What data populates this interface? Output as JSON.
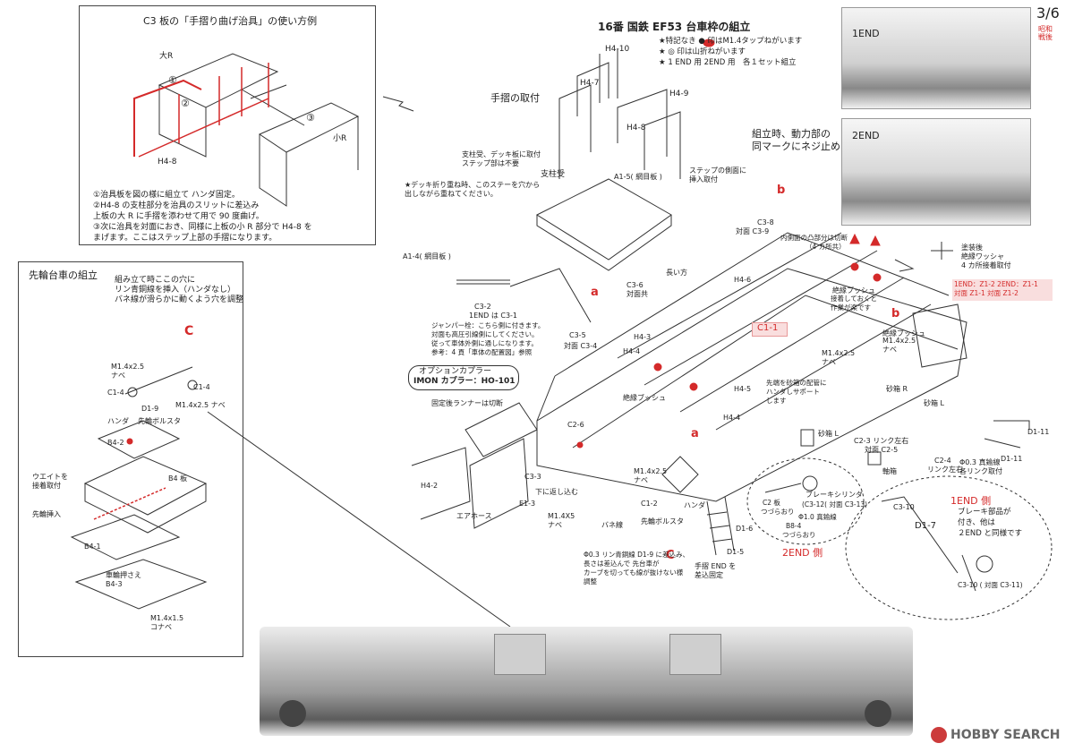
{
  "page_number": "3/6",
  "stamp_text": "昭和\n戦後",
  "header": {
    "title": "16番  国鉄 EF53  台車枠の組立",
    "notes": [
      "★特記なき ● 印はM1.4タップねがいます",
      "★ ◎ 印は山折ねがいます",
      "★ 1 END 用 2END 用　各１セット組立"
    ]
  },
  "photos": {
    "top_label": "1END",
    "middle_label": "2END"
  },
  "jig_box": {
    "title": "C3 板の「手摺り曲げ治具」の使い方例",
    "labels": {
      "big_r": "大R",
      "small_r": "小R",
      "h48": "H4-8",
      "c1": "①",
      "c2": "②",
      "c3": "③"
    },
    "steps": [
      "①治具板を図の様に組立て ハンダ固定。",
      "②H4-8 の支柱部分を治具のスリットに差込み",
      "上板の大 R に手摺を添わせて用で 90 度曲げ。",
      "③次に治具を対面におき、同様に上板の小 R 部分で H4-8 を",
      "まげます。ここはステップ上部の手摺になります。"
    ]
  },
  "pilot_box": {
    "title": "先輪台車の組立",
    "labels": {
      "note1": "組み立て時ここの穴に",
      "note2": "リン青銅線を挿入（ハンダなし）",
      "note3": "バネ線が滑らかに動くよう穴を調整",
      "c": "C",
      "screw1": "M1.4x2.5",
      "screw1b": "ナベ",
      "c4a": "C1-4",
      "c4b": "C1-4",
      "d19": "D1-9",
      "screw2": "M1.4x2.5 ナベ",
      "solder": "ハンダ",
      "bolster": "先輪ボルスタ",
      "b42": "B4-2",
      "b4plate": "B4 板",
      "weight1": "ウエイトを",
      "weight2": "接着取付",
      "lead_wheel": "先輪挿入",
      "b41": "B4-1",
      "wheel_press": "車輪押さえ",
      "b43": "B4-3",
      "screw3": "M1.4x1.5",
      "screw3b": "コナベ"
    }
  },
  "main": {
    "handrail": "手摺の取付",
    "h410": "H4-10",
    "h47": "H4-7",
    "h49": "H4-9",
    "h48": "H4-8",
    "step_note1": "ステップの側面に",
    "step_note2": "挿入取付",
    "support": "支柱受",
    "support_note1": "支柱受、デッキ板に取付",
    "support_note2": "ステップ部は不要",
    "deck_note1": "★デッキ折り重ね時、このステーを穴から",
    "deck_note2": "出しながら重ねてください。",
    "a15": "A1-5( 網目板 )",
    "a14": "A1-4( 網目板 )",
    "c32": "C3-2",
    "c31": "1END は C3-1",
    "jumper1": "ジャンパー栓：こちら側に付きます。",
    "jumper2": "対面も高圧引線側にしてください。",
    "jumper3": "従って車体外側に通しになります。",
    "jumper4": "参考：4 頁「車体の配置図」参照",
    "coupler_title": "オプションカプラー",
    "coupler_name": "IMON カプラー：HO-101",
    "runner": "固定後ランナーは切断",
    "h42": "H4-2",
    "c33": "C3-3",
    "air_hose": "エアホース",
    "e13": "E1-3",
    "c26": "C2-6",
    "fold_down": "下に返し込む",
    "screw_m5": "M1.4X5",
    "screw_m5b": "ナベ",
    "screw_m25": "M1.4x2.5",
    "screw_m25b": "ナベ",
    "spring": "バネ線",
    "c12": "C1-2",
    "bolster": "先輪ボルスタ",
    "solder": "ハンダ",
    "c_mark": "C",
    "wire_note1": "Φ0.3 リン青銅線 D1-9 に差込み、",
    "wire_note2": "長さは差込んで 先台車が",
    "wire_note3": "カーブを切っても線が抜けない様",
    "wire_note4": "調整",
    "d16": "D1-6",
    "d15": "D1-5",
    "handrail_end1": "手摺 END を",
    "handrail_end2": "差込固定",
    "c35": "C3-5",
    "c34": "対面 C3-4",
    "c36": "C3-6",
    "c36b": "対面共",
    "a_mark": "a",
    "b_mark": "b",
    "insul1": "絶縁ブッシュ",
    "insul2": "絶縁ブッシュ",
    "insul3": "絶縁ブッシュ",
    "h43": "H4-3",
    "h44": "H4-4",
    "h45": "H4-5",
    "h46": "H4-6",
    "c11": "C1-1",
    "c38": "C3-8",
    "c39": "対面 C3-9",
    "mark_note": "組立時、動力部の",
    "mark_note2": "同マークにネジ止め",
    "inner_note1": "内側面の凸部分は切断",
    "inner_note2": "（4 カ所共）",
    "insul_note1": "接着しておくと",
    "insul_note2": "作業が楽です",
    "paint1": "塗装後",
    "paint2": "絶縁ワッシャ",
    "paint3": "4 カ所接着取付",
    "end_table1": "1END：Z1-2  2END：Z1-1",
    "end_table2": "対面 Z1-1   対面 Z1-2",
    "sandbox_note1": "先端を砂箱の配管に",
    "sandbox_note2": "ハンダしサポート",
    "sandbox_note3": "します",
    "sandbox_r": "砂箱 R",
    "sandbox_l1": "砂箱 L",
    "sandbox_l2": "砂箱 L",
    "d111a": "D1-11",
    "d111b": "D1-11",
    "c23": "C2-3 リンク左右",
    "c25": "対面 C2-5",
    "axlebox": "軸箱",
    "c24": "C2-4",
    "c24b": "リンク左右",
    "wire03": "Φ0.3 真鍮線",
    "wire03b": "各リンク取付",
    "screw_b": "M1.4x2.5",
    "screw_bb": "ナベ",
    "long_side": "長い方",
    "brake_cyl": "ブレーキシリンダ",
    "c312": "(C3-12( 対面 C3-13)",
    "c2plate": "C2 板",
    "c2note": "つづらおり",
    "wire10": "Φ1.0 真鍮線",
    "b84": "B8-4",
    "b84note": "つづらおり",
    "end2_label": "2END 側",
    "end1_label": "1END 側",
    "end1_note1": "ブレーキ部品が",
    "end1_note2": "付き、他は",
    "end1_note3": "２END と同様です",
    "c310": "C3-10",
    "d17": "D1-7",
    "c310b": "C3-10 ( 対面 C3-11)"
  },
  "watermark": "HOBBY SEARCH",
  "colors": {
    "accent": "#d42a2a",
    "line": "#333333",
    "photo": "#dcdcdc"
  }
}
